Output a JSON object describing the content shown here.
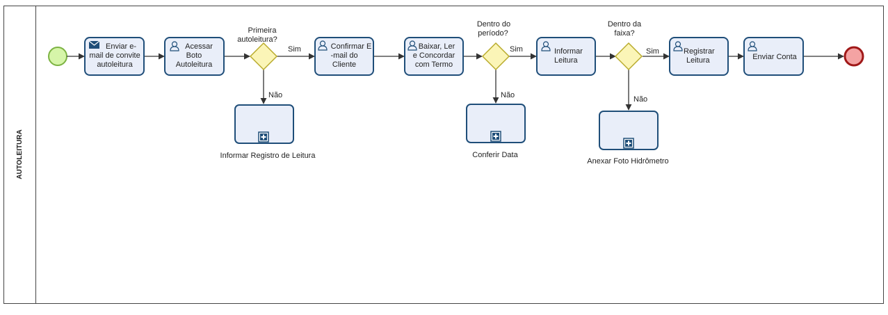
{
  "pool": {
    "label": "AUTOLEITURA"
  },
  "tasks": [
    {
      "id": "t1",
      "lines": [
        "Enviar e-",
        "mail de convite",
        "autoleitura"
      ],
      "icon": "envelope-icon"
    },
    {
      "id": "t2",
      "lines": [
        "Acessar",
        "Boto",
        "Autoleitura"
      ],
      "icon": "user-icon"
    },
    {
      "id": "t3",
      "lines": [
        "Confirmar E",
        "-mail do",
        "Cliente"
      ],
      "icon": "user-icon"
    },
    {
      "id": "t4",
      "lines": [
        "Baixar,  Ler",
        "e Concordar",
        "com Termo"
      ],
      "icon": "user-icon"
    },
    {
      "id": "t5",
      "lines": [
        "Informar",
        "Leitura"
      ],
      "icon": "user-icon"
    },
    {
      "id": "t6",
      "lines": [
        "Registrar",
        "Leitura"
      ],
      "icon": "user-icon"
    },
    {
      "id": "t7",
      "lines": [
        "Enviar Conta"
      ],
      "icon": "user-icon"
    }
  ],
  "gateways": [
    {
      "id": "g1",
      "lines": [
        "Primeira",
        "autoleitura?"
      ],
      "yes": "Sim",
      "no": "Não"
    },
    {
      "id": "g2",
      "lines": [
        "Dentro do",
        "período?"
      ],
      "yes": "Sim",
      "no": "Não"
    },
    {
      "id": "g3",
      "lines": [
        "Dentro da",
        "faixa?"
      ],
      "yes": "Sim",
      "no": "Não"
    }
  ],
  "subprocesses": [
    {
      "id": "s1",
      "label": "Informar Registro de Leitura",
      "icon": "plus-icon"
    },
    {
      "id": "s2",
      "label": "Conferir Data",
      "icon": "plus-icon"
    },
    {
      "id": "s3",
      "label": "Anexar Foto Hidrômetro",
      "icon": "plus-icon"
    }
  ],
  "colors": {
    "task_fill": "#e9eef9",
    "task_stroke": "#1f4e79",
    "gateway_fill": "#fbf5b7",
    "start_fill": "#d6f5a9",
    "end_fill": "#f4a3a3"
  }
}
